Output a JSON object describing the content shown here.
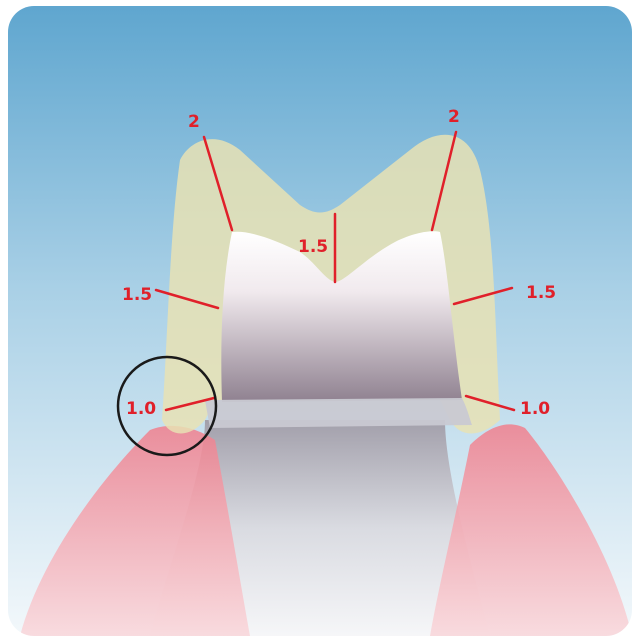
{
  "colors": {
    "background_top": "#5fa6cf",
    "background_bottom": "#f3f8fb",
    "annotation": "#e0202a",
    "enamel": "#e8e2b4",
    "core": "#ffffff",
    "gum": "#f08a96",
    "circle": "#1a1a1a"
  },
  "labels": {
    "top_left": "2",
    "top_right": "2",
    "middle": "1.5",
    "left_mid": "1.5",
    "right_mid": "1.5",
    "left_bottom": "1.0",
    "right_bottom": "1.0"
  }
}
